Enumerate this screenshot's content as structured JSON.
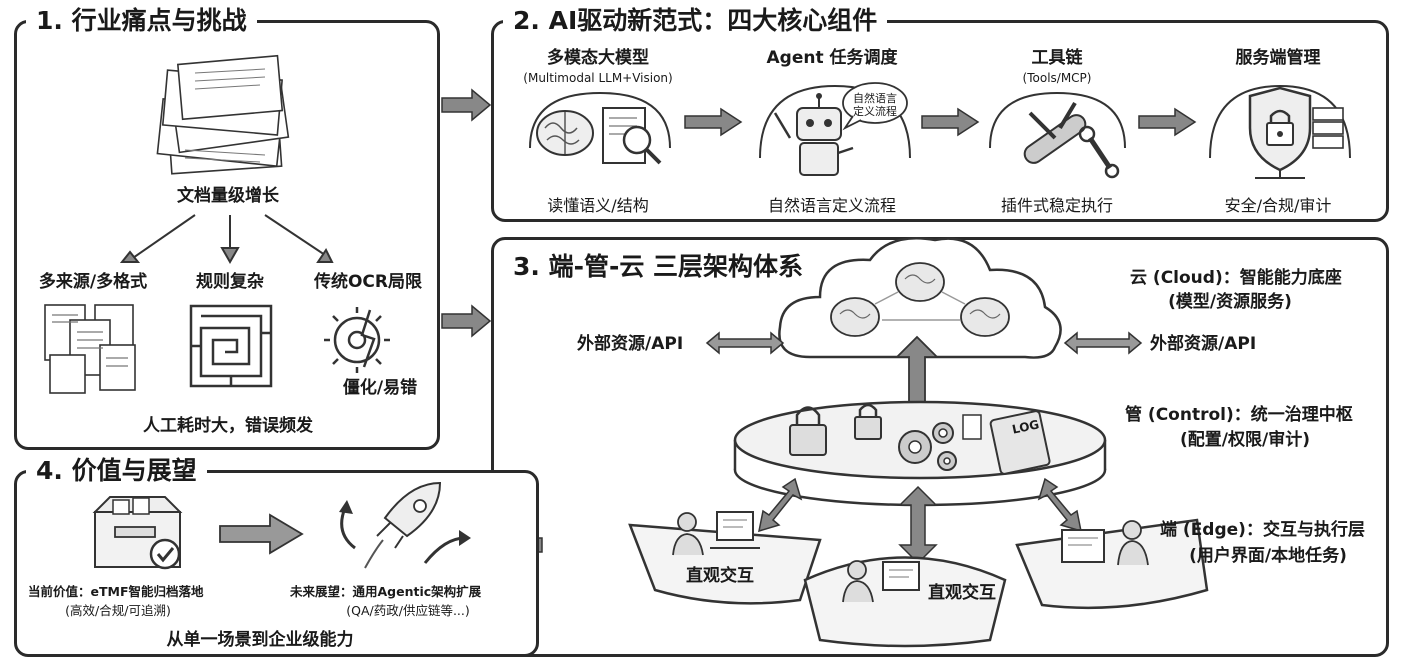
{
  "panel1": {
    "title": "1. 行业痛点与挑战",
    "doc_growth": "文档量级增长",
    "branch_multi_source": "多来源/多格式",
    "branch_complex_rules": "规则复杂",
    "branch_ocr_limits": "传统OCR局限",
    "rigid_label": "僵化/易错",
    "bottom_text": "人工耗时大，错误频发"
  },
  "panel2": {
    "title": "2. AI驱动新范式：四大核心组件",
    "components": [
      {
        "name": "多模态大模型",
        "sub": "(Multimodal LLM+Vision)",
        "caption": "读懂语义/结构"
      },
      {
        "name": "Agent 任务调度",
        "bubble": "自然语言定义流程",
        "caption": "自然语言定义流程"
      },
      {
        "name": "工具链",
        "sub": "(Tools/MCP)",
        "caption": "插件式稳定执行"
      },
      {
        "name": "服务端管理",
        "caption": "安全/合规/审计"
      }
    ]
  },
  "panel3": {
    "title": "3. 端-管-云 三层架构体系",
    "cloud_title": "云 (Cloud)：智能能力底座",
    "cloud_sub": "(模型/资源服务)",
    "ext_left": "外部资源/API",
    "ext_right": "外部资源/API",
    "control_title": "管 (Control)：统一治理中枢",
    "control_sub": "(配置/权限/审计)",
    "edge_title": "端 (Edge)：交互与执行层",
    "edge_sub": "(用户界面/本地任务)",
    "edge_left": "直观交互",
    "edge_mid": "直观交互",
    "log_label": "LOG"
  },
  "panel4": {
    "title": "4. 价值与展望",
    "current_value": "当前价值：eTMF智能归档落地",
    "current_sub": "(高效/合规/可追溯)",
    "future_value": "未来展望：通用Agentic架构扩展",
    "future_sub": "(QA/药政/供应链等...)",
    "bottom_text": "从单一场景到企业级能力"
  },
  "colors": {
    "ink": "#2a2a2a",
    "arrow": "#777777",
    "fill": "#eeeeee"
  }
}
